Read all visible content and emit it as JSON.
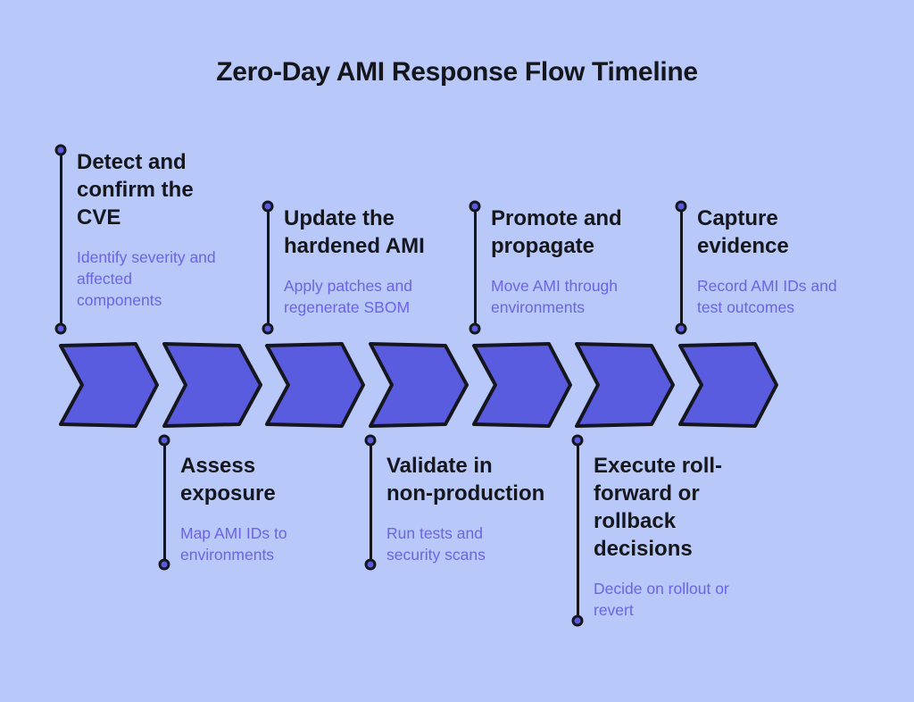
{
  "title": "Zero-Day AMI Response Flow Timeline",
  "colors": {
    "background": "#b7c8f9",
    "chevron_fill": "#5a5ce0",
    "outline": "#16161f",
    "heading_text": "#16161d",
    "subtitle_text": "#6c64e2"
  },
  "timeline": {
    "chevron_count": 7,
    "direction": "left-to-right"
  },
  "top_milestones": [
    {
      "title": "Detect and\nconfirm the\nCVE",
      "subtitle": "Identify severity and\naffected\ncomponents"
    },
    {
      "title": "Update the\nhardened AMI",
      "subtitle": "Apply patches and\nregenerate SBOM"
    },
    {
      "title": "Promote and\npropagate",
      "subtitle": "Move AMI through\nenvironments"
    },
    {
      "title": "Capture\nevidence",
      "subtitle": "Record AMI IDs and\ntest outcomes"
    }
  ],
  "bottom_milestones": [
    {
      "title": "Assess\nexposure",
      "subtitle": "Map AMI IDs to\nenvironments"
    },
    {
      "title": "Validate in\nnon-production",
      "subtitle": "Run tests and\nsecurity scans"
    },
    {
      "title": "Execute roll-\nforward or\nrollback\ndecisions",
      "subtitle": "Decide on rollout or\nrevert"
    }
  ]
}
